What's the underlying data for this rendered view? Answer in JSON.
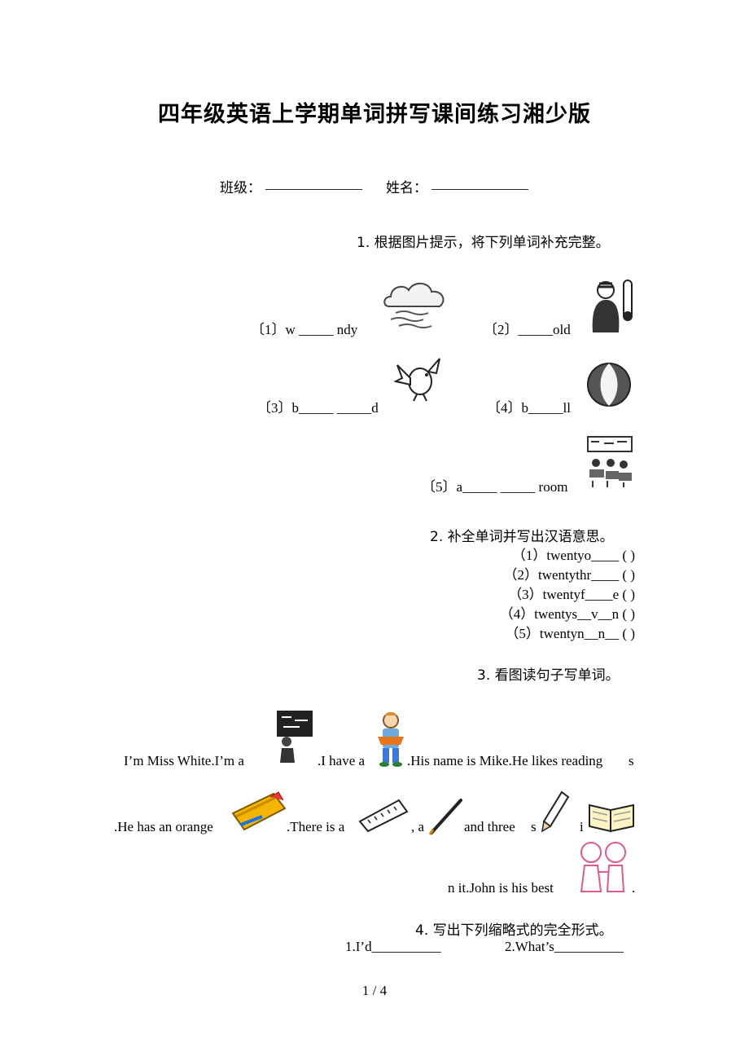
{
  "title": "四年级英语上学期单词拼写课间练习湘少版",
  "header": {
    "class_label": "班级：",
    "class_blank": "______________",
    "name_label": "姓名：",
    "name_blank": "______________"
  },
  "q1": {
    "heading": "1.  根据图片提示，将下列单词补充完整。",
    "items": [
      "〔1〕w _____ ndy",
      "〔2〕_____old",
      "〔3〕b_____ _____d",
      "〔4〕b_____ll",
      "〔5〕a_____ _____ room"
    ],
    "icons": [
      "windy-cloud-icon",
      "cold-person-icon",
      "bird-icon",
      "ball-icon",
      "classroom-icon"
    ]
  },
  "q2": {
    "heading": "2.  补全单词并写出汉语意思。",
    "items": [
      "（1）twentyo____ (      )",
      "（2）twentythr____ (      )",
      "（3）twentyf____e (      )",
      "（4）twentys__v__n (      )",
      "（5）twentyn__n__ (      )"
    ]
  },
  "q3": {
    "heading": "3.  看图读句子写单词。",
    "line1": {
      "a": "I’m Miss White.I’m a",
      "b": ".I have a",
      "c": ".His name is Mike.He likes reading",
      "d": "s"
    },
    "line2": {
      "a": ".He has an orange",
      "b": ".There is a",
      "c": ", a",
      "d": "and three",
      "e": "s",
      "f": "i"
    },
    "line3": {
      "a": "n it.John is his best",
      "b": "."
    },
    "icons": [
      "teacher-icon",
      "boy-reading-icon",
      "pencil-case-icon",
      "ruler-icon",
      "pen-icon",
      "pencil-icon",
      "book-icon",
      "friends-icon"
    ]
  },
  "q4": {
    "heading": "4.  写出下列缩略式的完全形式。",
    "item1": "1.I’d__________",
    "item2": "2.What’s__________"
  },
  "footer": {
    "page": "1 / 4"
  }
}
